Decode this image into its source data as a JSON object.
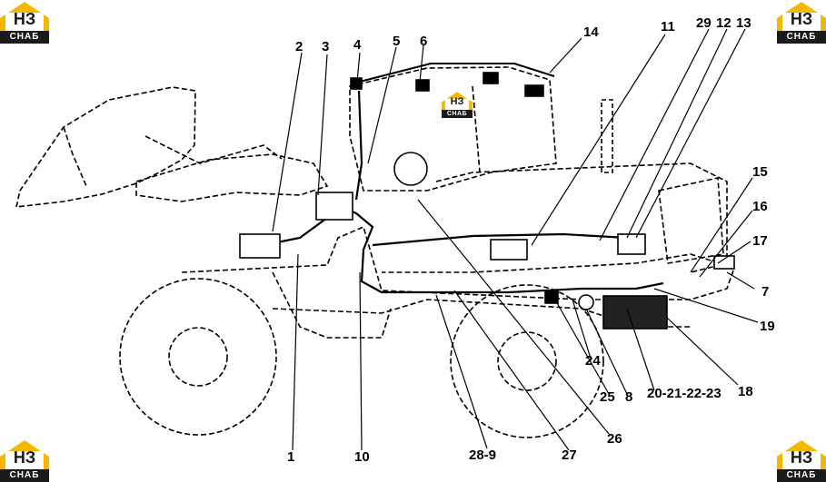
{
  "logo": {
    "text": "НЗ",
    "subtext": "СНАБ"
  },
  "callouts": [
    {
      "id": "2",
      "label": "2"
    },
    {
      "id": "3",
      "label": "3"
    },
    {
      "id": "4",
      "label": "4"
    },
    {
      "id": "5",
      "label": "5"
    },
    {
      "id": "6",
      "label": "6"
    },
    {
      "id": "14",
      "label": "14"
    },
    {
      "id": "11",
      "label": "11"
    },
    {
      "id": "29",
      "label": "29"
    },
    {
      "id": "12",
      "label": "12"
    },
    {
      "id": "13",
      "label": "13"
    },
    {
      "id": "15",
      "label": "15"
    },
    {
      "id": "16",
      "label": "16"
    },
    {
      "id": "17",
      "label": "17"
    },
    {
      "id": "7",
      "label": "7"
    },
    {
      "id": "19",
      "label": "19"
    },
    {
      "id": "18",
      "label": "18"
    },
    {
      "id": "20-23",
      "label": "20-21-22-23"
    },
    {
      "id": "8",
      "label": "8"
    },
    {
      "id": "25",
      "label": "25"
    },
    {
      "id": "24",
      "label": "24"
    },
    {
      "id": "26",
      "label": "26"
    },
    {
      "id": "27",
      "label": "27"
    },
    {
      "id": "28-9",
      "label": "28-9"
    },
    {
      "id": "10",
      "label": "10"
    },
    {
      "id": "1",
      "label": "1"
    }
  ]
}
